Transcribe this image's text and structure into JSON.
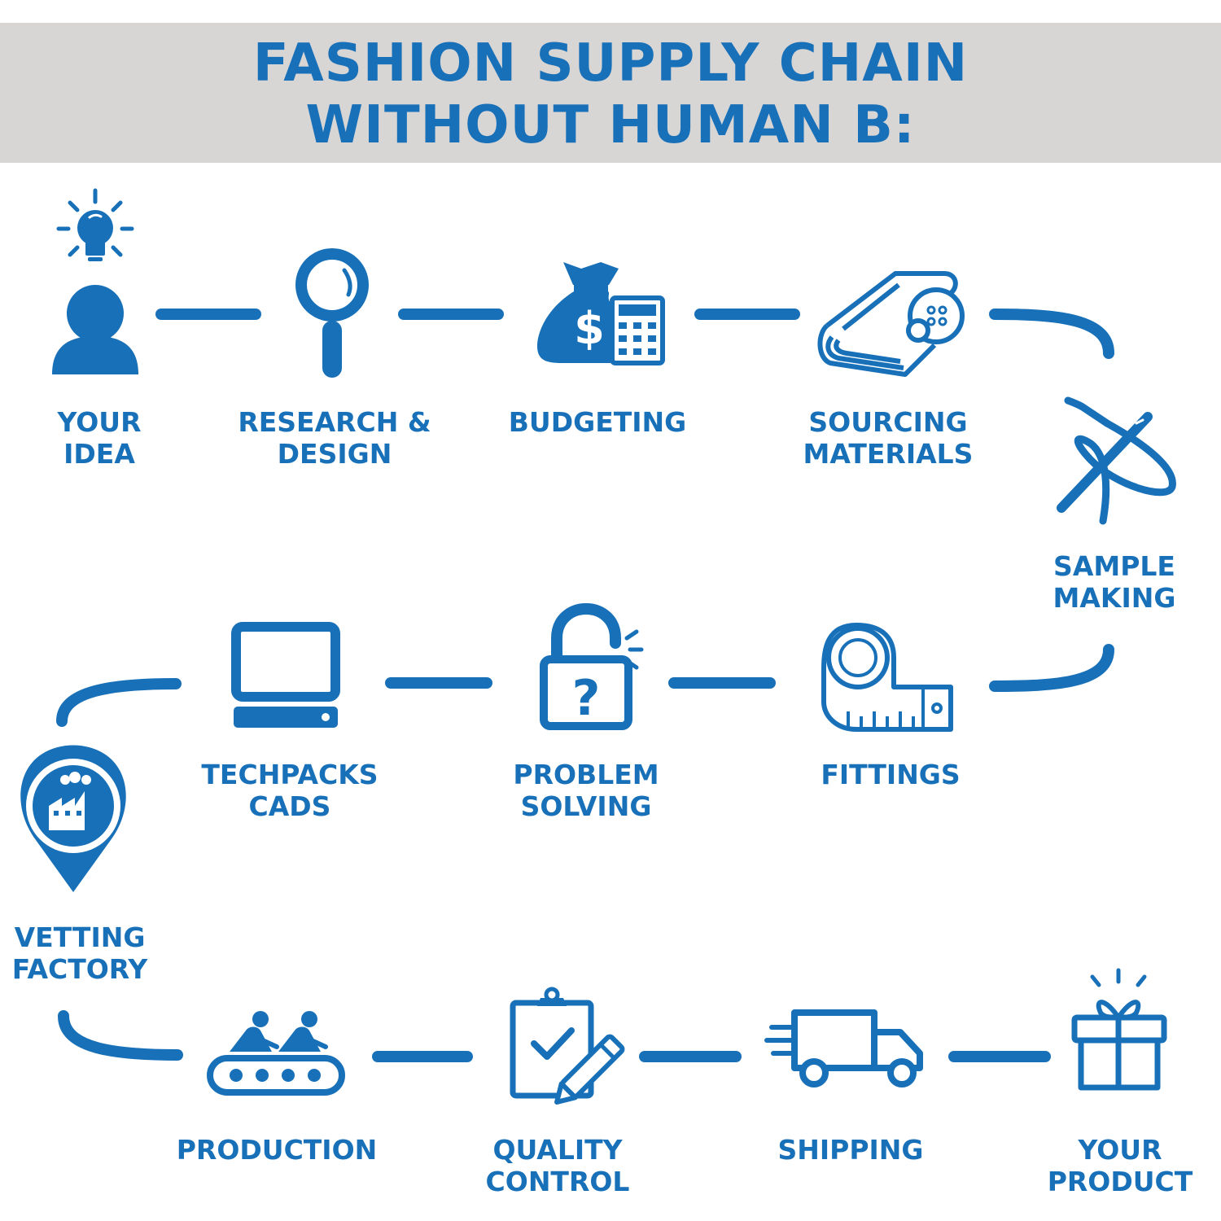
{
  "title": {
    "line1": "FASHION SUPPLY CHAIN",
    "line2": "WITHOUT HUMAN B:"
  },
  "colors": {
    "accent": "#1870b8",
    "banner": "#d8d5d5",
    "background": "#ffffff"
  },
  "steps": [
    {
      "line1": "YOUR",
      "line2": "IDEA",
      "icon": "person-lightbulb-icon"
    },
    {
      "line1": "RESEARCH &",
      "line2": "DESIGN",
      "icon": "magnifying-glass-icon"
    },
    {
      "line1": "BUDGETING",
      "line2": "",
      "icon": "money-bag-calculator-icon"
    },
    {
      "line1": "SOURCING",
      "line2": "MATERIALS",
      "icon": "fabric-roll-button-icon"
    },
    {
      "line1": "SAMPLE",
      "line2": "MAKING",
      "icon": "needle-thread-icon"
    },
    {
      "line1": "FITTINGS",
      "line2": "",
      "icon": "measuring-tape-icon"
    },
    {
      "line1": "PROBLEM",
      "line2": "SOLVING",
      "icon": "padlock-question-icon"
    },
    {
      "line1": "TECHPACKS",
      "line2": "CADS",
      "icon": "computer-icon"
    },
    {
      "line1": "VETTING",
      "line2": "FACTORY",
      "icon": "factory-location-pin-icon"
    },
    {
      "line1": "PRODUCTION",
      "line2": "",
      "icon": "conveyor-workers-icon"
    },
    {
      "line1": "QUALITY",
      "line2": "CONTROL",
      "icon": "clipboard-check-pencil-icon"
    },
    {
      "line1": "SHIPPING",
      "line2": "",
      "icon": "delivery-truck-icon"
    },
    {
      "line1": "YOUR",
      "line2": "PRODUCT",
      "icon": "gift-box-icon"
    }
  ]
}
